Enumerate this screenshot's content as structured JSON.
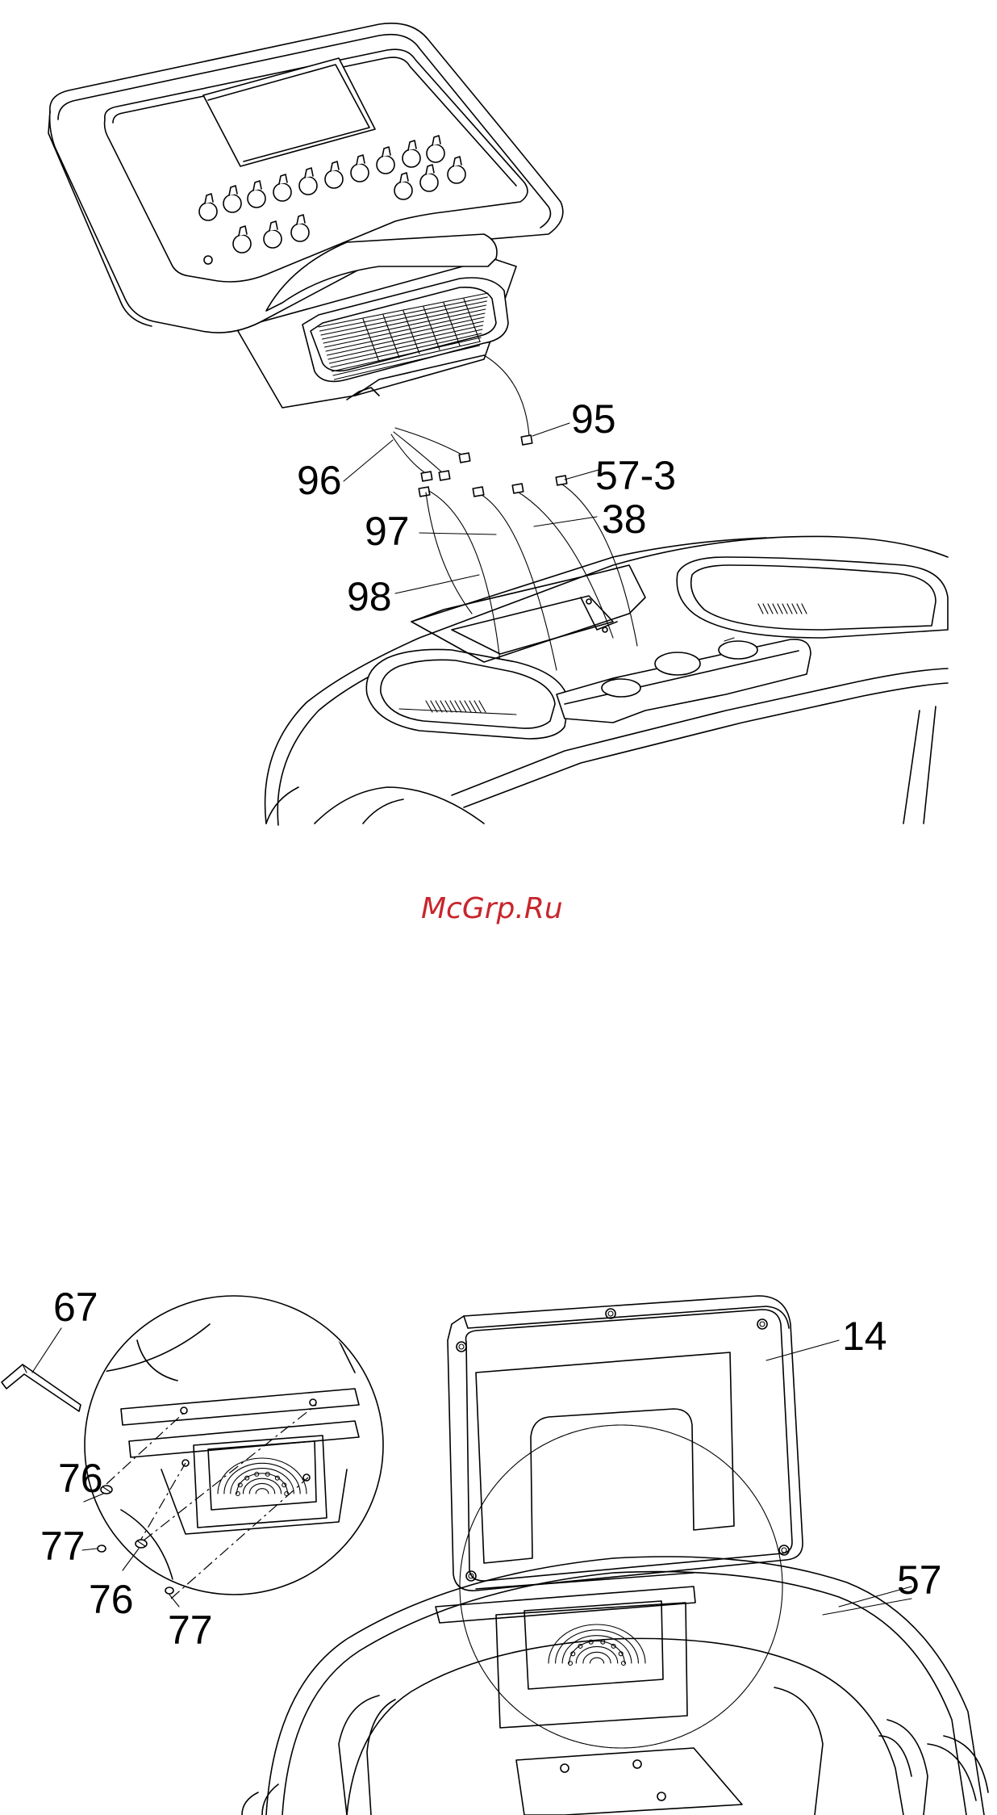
{
  "watermark": "McGrp.Ru",
  "diagram_top": {
    "callouts": [
      {
        "id": "95",
        "text": "95"
      },
      {
        "id": "96",
        "text": "96"
      },
      {
        "id": "57-3",
        "text": "57-3"
      },
      {
        "id": "38",
        "text": "38"
      },
      {
        "id": "97",
        "text": "97"
      },
      {
        "id": "98",
        "text": "98"
      }
    ]
  },
  "diagram_bottom": {
    "callouts": [
      {
        "id": "67",
        "text": "67"
      },
      {
        "id": "14",
        "text": "14"
      },
      {
        "id": "76a",
        "text": "76"
      },
      {
        "id": "77a",
        "text": "77"
      },
      {
        "id": "76b",
        "text": "76"
      },
      {
        "id": "77b",
        "text": "77"
      },
      {
        "id": "57",
        "text": "57"
      }
    ]
  }
}
